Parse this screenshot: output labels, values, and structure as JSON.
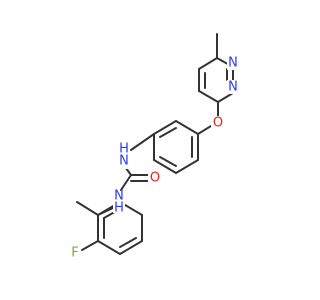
{
  "molecule": {
    "atoms": {
      "n_pyr1": {
        "symbol": "N",
        "color": "#2a3cf0"
      },
      "n_pyr2": {
        "symbol": "N",
        "color": "#2a3cf0"
      },
      "o_ether": {
        "symbol": "O",
        "color": "#e8201e"
      },
      "nh_top": {
        "symbol": "N",
        "h": "H",
        "color": "#2a3cf0"
      },
      "o_carbonyl": {
        "symbol": "O",
        "color": "#e8201e"
      },
      "nh_bottom": {
        "symbol": "N",
        "h": "H",
        "color": "#2a3cf0"
      },
      "f": {
        "symbol": "F",
        "color": "#6ab82a"
      }
    }
  }
}
